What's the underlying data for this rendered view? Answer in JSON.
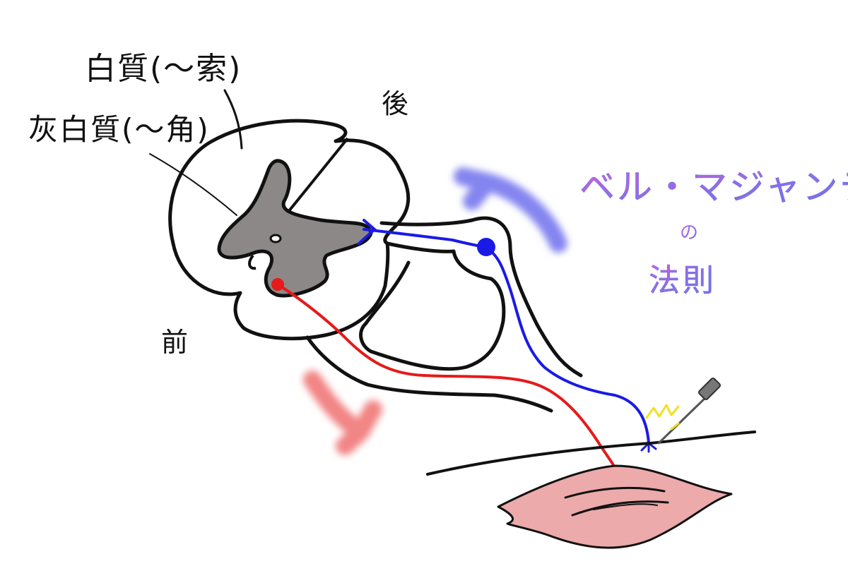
{
  "labels": {
    "white_matter": "白質(〜索)",
    "gray_matter": "灰白質(〜角)",
    "posterior": "後",
    "anterior": "前"
  },
  "law_title": {
    "line1": "ベル・マジャンディ",
    "line2": "の",
    "line3": "法則"
  },
  "colors": {
    "sensory": "#1a1ae6",
    "motor": "#e61a1a",
    "gray_matter": "#8c8888",
    "muscle": "#ecaaaa",
    "stimulus": "#f0e020",
    "arrow_blue": "#6f70ee",
    "arrow_red": "#f07070",
    "title_pink": "#d95bd6",
    "title_blue": "#6c72e8"
  },
  "icons": {
    "stimulus": "needle-icon",
    "afferent_arrow": "curved-arrow-up-icon",
    "efferent_arrow": "curved-arrow-down-icon"
  }
}
